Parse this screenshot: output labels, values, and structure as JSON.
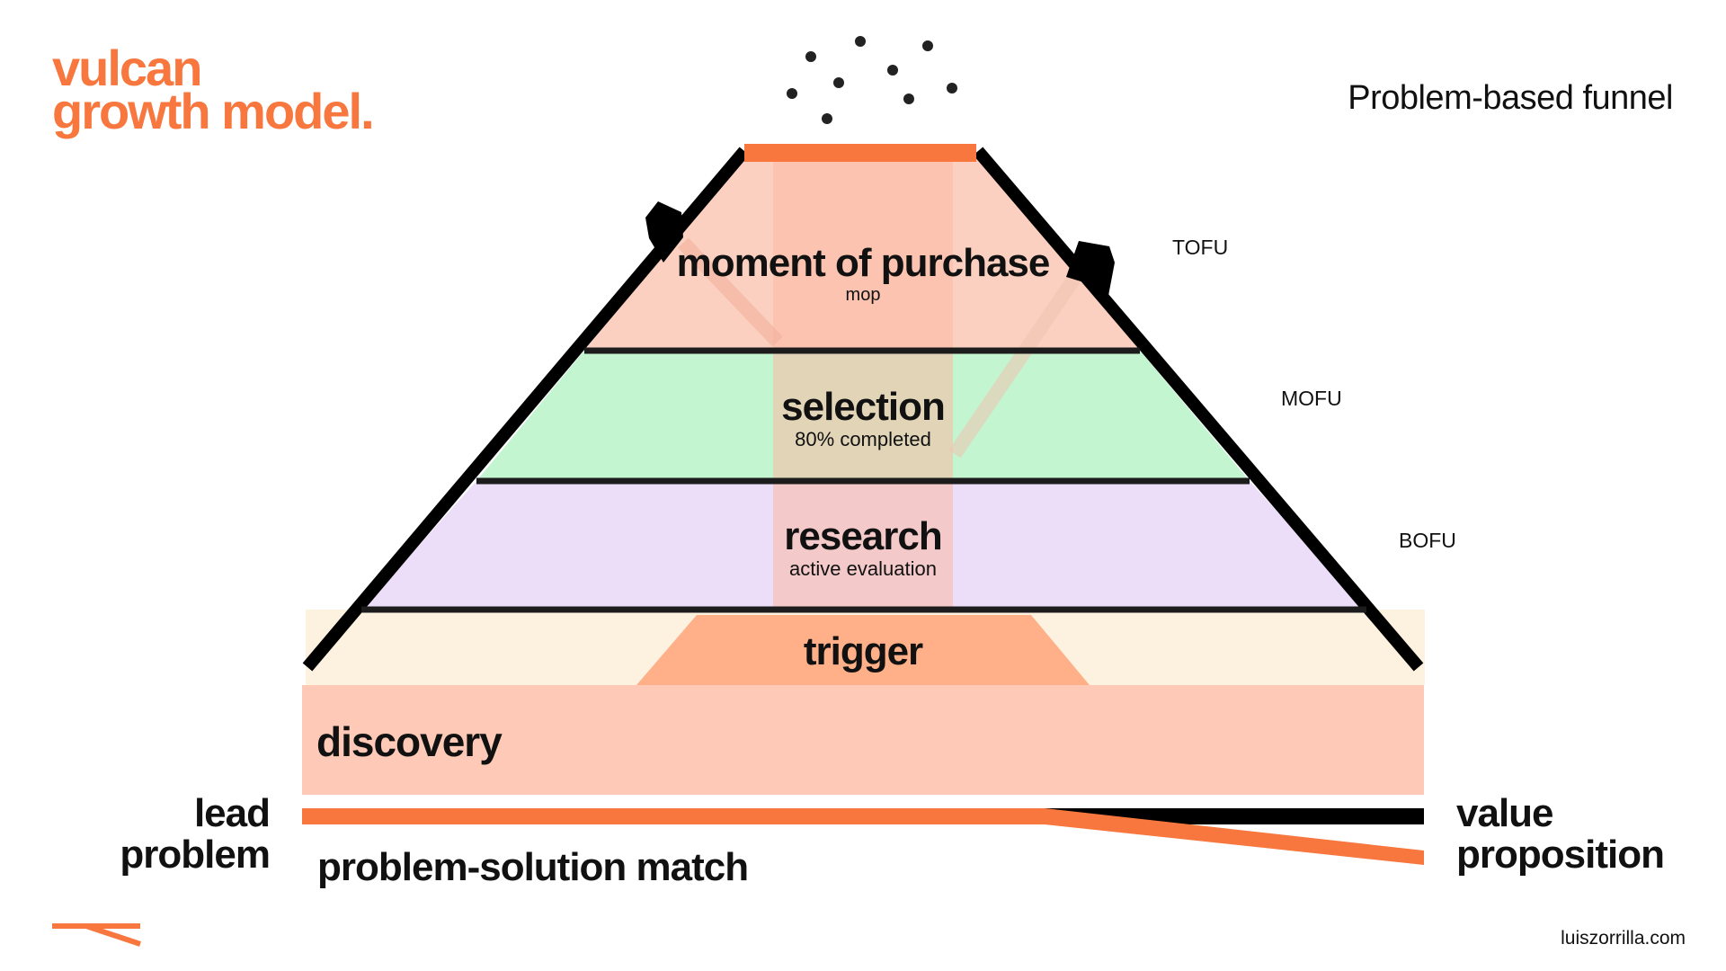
{
  "brand": {
    "line1": "vulcan",
    "line2": "growth model."
  },
  "subtitle": "Problem-based funnel",
  "stages": {
    "tofu": "TOFU",
    "mofu": "MOFU",
    "bofu": "BOFU"
  },
  "layers": {
    "mop": {
      "title": "moment of purchase",
      "sub": "mop"
    },
    "selection": {
      "title": "selection",
      "sub": "80% completed"
    },
    "research": {
      "title": "research",
      "sub": "active evaluation"
    },
    "trigger": {
      "title": "trigger"
    },
    "discovery": {
      "title": "discovery"
    }
  },
  "lead_problem": {
    "line1": "lead",
    "line2": "problem"
  },
  "value_proposition": {
    "line1": "value",
    "line2": "proposition"
  },
  "problem_solution_match": "problem-solution match",
  "website": "luiszorrilla.com",
  "colors": {
    "accent": "#f7773f",
    "mop_fill": "#fbd0c0",
    "selection_fill": "#c2f5d0",
    "research_fill": "#ecdef8",
    "trigger_band": "#fdf2e0",
    "trigger_fill": "#ffb088",
    "discovery_fill": "#fec9b6"
  }
}
